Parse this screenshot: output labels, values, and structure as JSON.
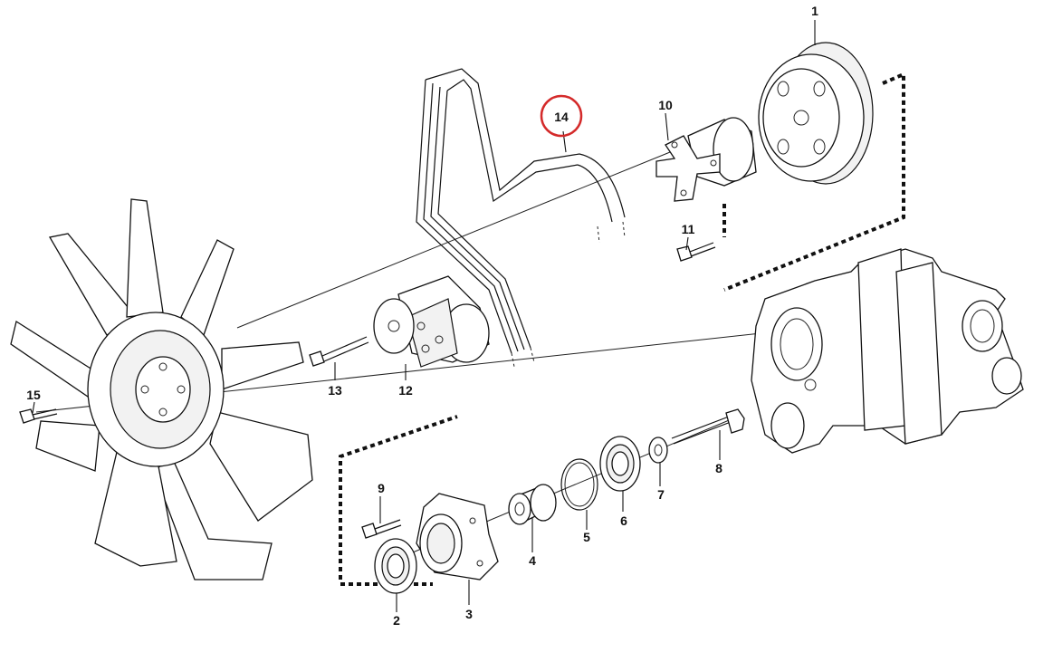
{
  "diagram": {
    "highlight_color": "#d42a2a",
    "line_color": "#111111",
    "highlighted_part": "14",
    "parts": [
      {
        "id": "p1",
        "number": "1"
      },
      {
        "id": "p2",
        "number": "2"
      },
      {
        "id": "p3",
        "number": "3"
      },
      {
        "id": "p4",
        "number": "4"
      },
      {
        "id": "p5",
        "number": "5"
      },
      {
        "id": "p6",
        "number": "6"
      },
      {
        "id": "p7",
        "number": "7"
      },
      {
        "id": "p8",
        "number": "8"
      },
      {
        "id": "p9",
        "number": "9"
      },
      {
        "id": "p10",
        "number": "10"
      },
      {
        "id": "p11",
        "number": "11"
      },
      {
        "id": "p12",
        "number": "12"
      },
      {
        "id": "p13",
        "number": "13"
      },
      {
        "id": "p14",
        "number": "14"
      },
      {
        "id": "p15",
        "number": "15"
      }
    ]
  }
}
